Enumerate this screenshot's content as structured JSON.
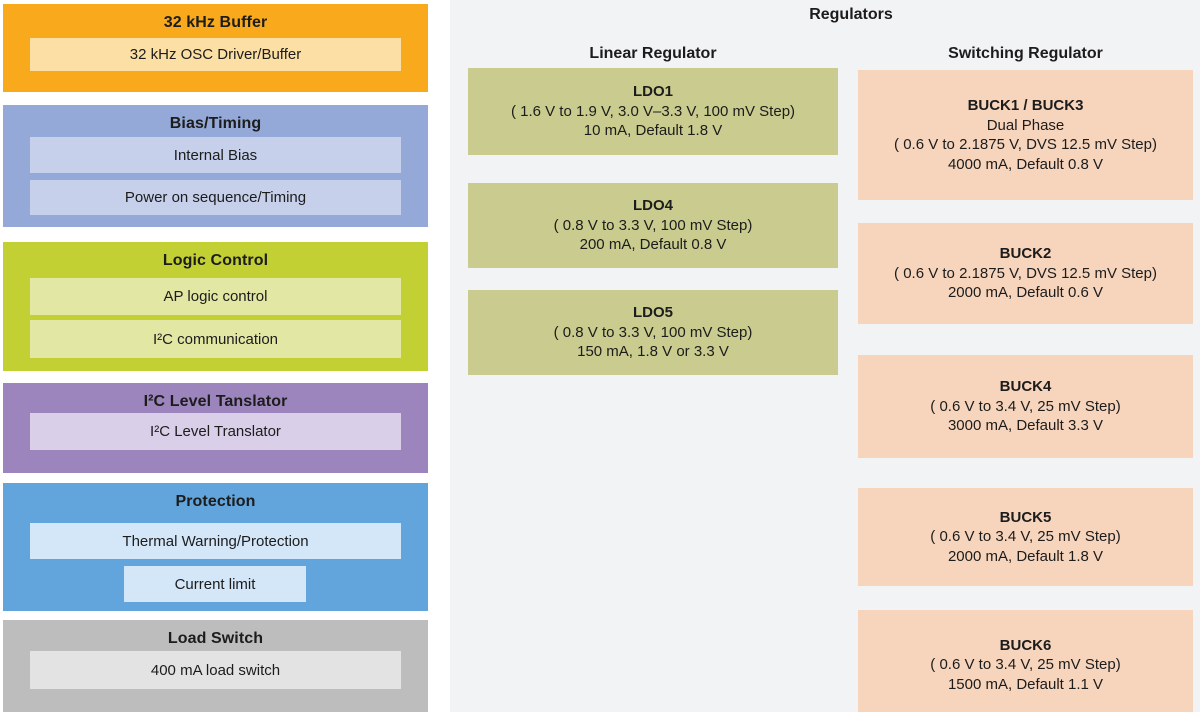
{
  "left_panel": {
    "blocks": [
      {
        "title": "32 kHz Buffer",
        "bg": "#F9A91C",
        "item_bg": "#FCDFA4",
        "items": [
          "32 kHz OSC Driver/Buffer"
        ]
      },
      {
        "title": "Bias/Timing",
        "bg": "#94A9D8",
        "item_bg": "#C6D0EB",
        "items": [
          "Internal Bias",
          "Power on sequence/Timing"
        ]
      },
      {
        "title": "Logic Control",
        "bg": "#C3D034",
        "item_bg": "#E2E7A4",
        "items": [
          "AP logic control",
          "I²C communication"
        ]
      },
      {
        "title": "I²C Level Tanslator",
        "bg": "#9C85BD",
        "item_bg": "#DACFE9",
        "items": [
          "I²C Level Translator"
        ]
      },
      {
        "title": "Protection",
        "bg": "#62A5DC",
        "item_bg": "#D4E7F8",
        "items": [
          "Thermal Warning/Protection",
          "Current limit"
        ]
      },
      {
        "title": "Load Switch",
        "bg": "#BDBDBD",
        "item_bg": "#E3E3E3",
        "items": [
          "400 mA load switch"
        ]
      }
    ]
  },
  "regulators_panel": {
    "title": "Regulators",
    "bg": "#F2F3F5",
    "linear": {
      "header": "Linear Regulator",
      "box_bg": "#C9CC8E",
      "boxes": [
        {
          "name": "LDO1",
          "lines": [
            "( 1.6 V to 1.9 V, 3.0 V–3.3 V, 100 mV Step)",
            "10 mA, Default 1.8 V"
          ]
        },
        {
          "name": "LDO4",
          "lines": [
            "( 0.8 V to 3.3 V, 100 mV Step)",
            "200 mA, Default 0.8 V"
          ]
        },
        {
          "name": "LDO5",
          "lines": [
            "( 0.8 V to 3.3 V, 100 mV Step)",
            "150 mA, 1.8 V or 3.3 V"
          ]
        }
      ]
    },
    "switching": {
      "header": "Switching Regulator",
      "box_bg": "#F7D5BD",
      "boxes": [
        {
          "name": "BUCK1 / BUCK3",
          "lines": [
            "Dual Phase",
            "( 0.6 V to 2.1875 V, DVS 12.5 mV Step)",
            "4000 mA, Default 0.8 V"
          ]
        },
        {
          "name": "BUCK2",
          "lines": [
            "( 0.6 V to 2.1875 V, DVS 12.5 mV Step)",
            "2000 mA, Default 0.6 V"
          ]
        },
        {
          "name": "BUCK4",
          "lines": [
            "( 0.6 V to 3.4 V, 25 mV Step)",
            "3000 mA, Default 3.3 V"
          ]
        },
        {
          "name": "BUCK5",
          "lines": [
            "( 0.6 V to 3.4 V, 25 mV Step)",
            "2000 mA, Default 1.8 V"
          ]
        },
        {
          "name": "BUCK6",
          "lines": [
            "( 0.6 V to 3.4 V, 25 mV Step)",
            "1500 mA, Default 1.1 V"
          ]
        }
      ]
    }
  }
}
